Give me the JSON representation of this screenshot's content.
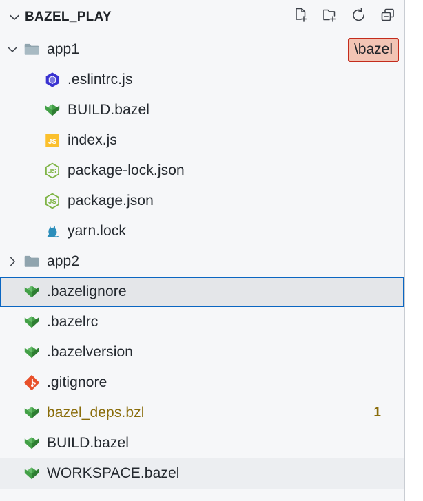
{
  "window": {
    "background_color": "#ffffff",
    "panel_background": "#f6f7f9",
    "accent_selection": "#0a66c2"
  },
  "header": {
    "twisty_icon": "chevron-down-icon",
    "title": "BAZEL_PLAY",
    "actions": [
      {
        "name": "new-file-icon",
        "tooltip": "New File..."
      },
      {
        "name": "new-folder-icon",
        "tooltip": "New Folder..."
      },
      {
        "name": "refresh-icon",
        "tooltip": "Refresh Explorer"
      },
      {
        "name": "collapse-all-icon",
        "tooltip": "Collapse Folders in Explorer"
      }
    ]
  },
  "badge": {
    "path_label": "\\bazel",
    "background": "#f2c4b4",
    "border": "#c42b1c"
  },
  "tree": {
    "rows": [
      {
        "label": "app1",
        "depth": 1,
        "type": "folder",
        "icon": "folder-open-icon",
        "chevron": "chevron-down-icon",
        "expanded": true,
        "state": "normal",
        "badge": "\\bazel"
      },
      {
        "label": ".eslintrc.js",
        "depth": 2,
        "type": "file",
        "icon": "eslint-icon",
        "chevron": "none",
        "state": "normal",
        "badge": ""
      },
      {
        "label": "BUILD.bazel",
        "depth": 2,
        "type": "file",
        "icon": "bazel-icon",
        "chevron": "none",
        "state": "normal",
        "badge": ""
      },
      {
        "label": "index.js",
        "depth": 2,
        "type": "file",
        "icon": "javascript-icon",
        "chevron": "none",
        "state": "normal",
        "badge": ""
      },
      {
        "label": "package-lock.json",
        "depth": 2,
        "type": "file",
        "icon": "nodejs-json-icon",
        "chevron": "none",
        "state": "normal",
        "badge": ""
      },
      {
        "label": "package.json",
        "depth": 2,
        "type": "file",
        "icon": "nodejs-json-icon",
        "chevron": "none",
        "state": "normal",
        "badge": ""
      },
      {
        "label": "yarn.lock",
        "depth": 2,
        "type": "file",
        "icon": "yarn-icon",
        "chevron": "none",
        "state": "normal",
        "badge": ""
      },
      {
        "label": "app2",
        "depth": 1,
        "type": "folder",
        "icon": "folder-closed-icon",
        "chevron": "chevron-right-icon",
        "expanded": false,
        "state": "normal",
        "badge": ""
      },
      {
        "label": ".bazelignore",
        "depth": 1,
        "type": "file",
        "icon": "bazel-icon",
        "chevron": "none",
        "state": "selected",
        "badge": ""
      },
      {
        "label": ".bazelrc",
        "depth": 1,
        "type": "file",
        "icon": "bazel-icon",
        "chevron": "none",
        "state": "normal",
        "badge": ""
      },
      {
        "label": ".bazelversion",
        "depth": 1,
        "type": "file",
        "icon": "bazel-icon",
        "chevron": "none",
        "state": "normal",
        "badge": ""
      },
      {
        "label": ".gitignore",
        "depth": 1,
        "type": "file",
        "icon": "git-icon",
        "chevron": "none",
        "state": "normal",
        "badge": ""
      },
      {
        "label": "bazel_deps.bzl",
        "depth": 1,
        "type": "file",
        "icon": "bazel-icon",
        "chevron": "none",
        "state": "modified",
        "badge": "1"
      },
      {
        "label": "BUILD.bazel",
        "depth": 1,
        "type": "file",
        "icon": "bazel-icon",
        "chevron": "none",
        "state": "normal",
        "badge": ""
      },
      {
        "label": "WORKSPACE.bazel",
        "depth": 1,
        "type": "file",
        "icon": "bazel-icon",
        "chevron": "none",
        "state": "hovered",
        "badge": ""
      }
    ]
  }
}
